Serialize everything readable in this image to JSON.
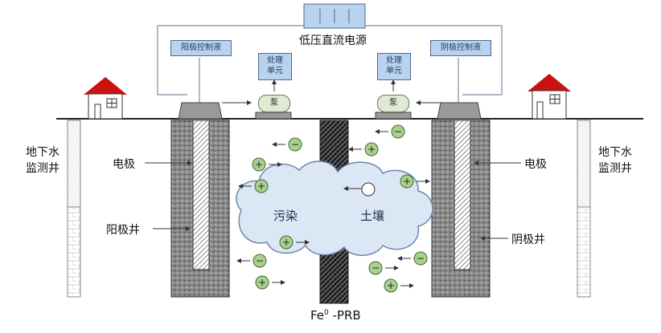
{
  "power_supply": {
    "label": "低压直流电源"
  },
  "control": {
    "anode_label": "阳极控制液",
    "cathode_label": "阴极控制液"
  },
  "processing_units": {
    "left": [
      "处理",
      "单元"
    ],
    "right": [
      "处理",
      "单元"
    ]
  },
  "pumps": {
    "left": "泵",
    "right": "泵"
  },
  "wells": {
    "monitor_left": [
      "地下水",
      "监测井"
    ],
    "monitor_right": [
      "地下水",
      "监测井"
    ],
    "electrode_left": "电极",
    "electrode_right": "电极",
    "anode_well": "阳极井",
    "cathode_well": "阴极井"
  },
  "cloud": {
    "pollution": "污染",
    "soil": "土壤"
  },
  "barrier": {
    "label_main": "Fe",
    "label_sup": "0",
    "label_suffix": " -PRB"
  },
  "ion_symbols": {
    "anion": "−",
    "cation": "+"
  },
  "colors": {
    "house_roof": "#cc1111",
    "box_fill": "#b9d3ee",
    "cloud_fill": "#dbe7f5",
    "ion_fill": "#a9d08e"
  }
}
